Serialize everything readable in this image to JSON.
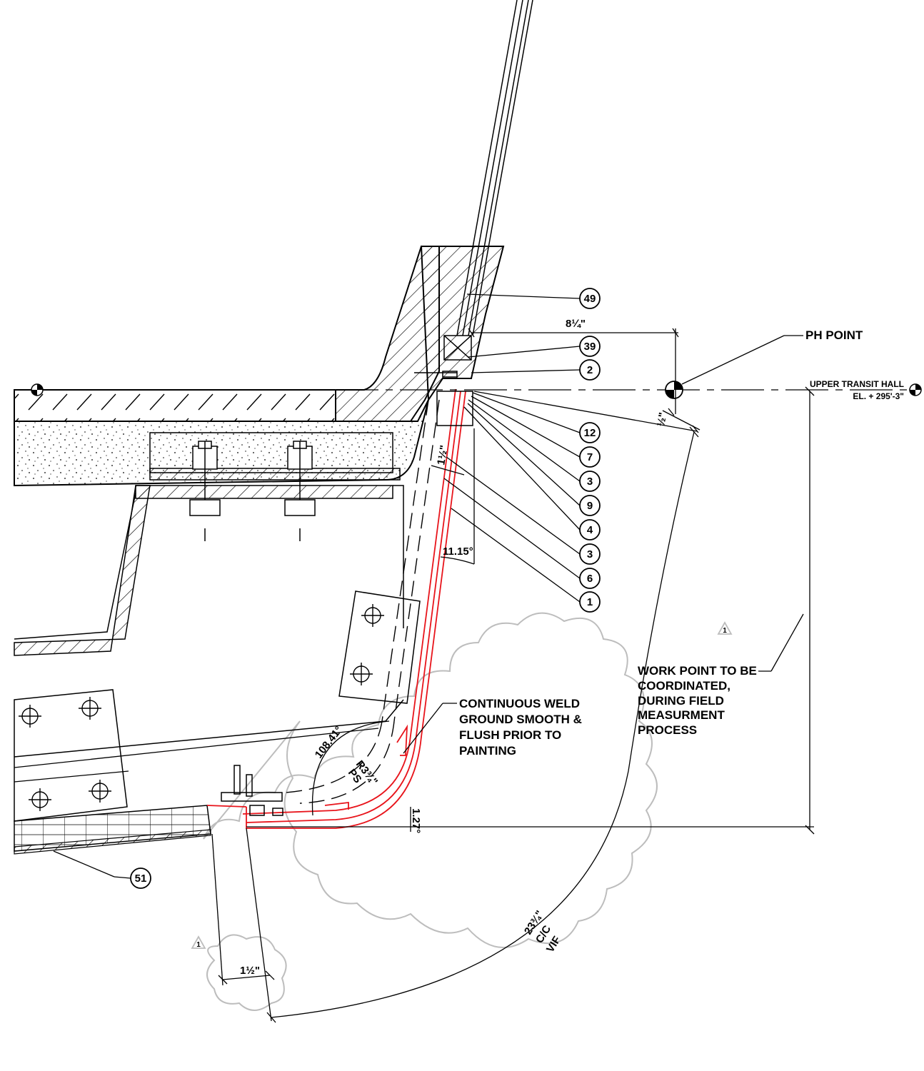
{
  "callouts": [
    "49",
    "39",
    "2",
    "12",
    "7",
    "3",
    "9",
    "4",
    "3",
    "6",
    "1",
    "51"
  ],
  "labels": {
    "ph_point": "PH POINT",
    "level_name": "UPPER TRANSIT HALL",
    "level_elevation": "EL. + 295'-3\""
  },
  "notes": {
    "weld": [
      "CONTINUOUS WELD",
      "GROUND SMOOTH &",
      "FLUSH PRIOR TO",
      "PAINTING"
    ],
    "work_point": [
      "WORK POINT TO BE",
      "COORDINATED,",
      "DURING FIELD",
      "MEASURMENT",
      "PROCESS"
    ]
  },
  "dimensions": {
    "top_offset": "8¼\"",
    "half_inch": "½\"",
    "one_half": "1½\"",
    "angle_1115": "11.15°",
    "angle_10841": "108.41°",
    "radius": "R3¾\"",
    "ps": "PS",
    "angle_127": "1.27°",
    "bottom_offset": "1½\"",
    "arc_length": "23¾\"",
    "cc": "C/C",
    "vif": "VIF"
  },
  "revision": "1",
  "colors": {
    "line": "#000000",
    "highlight": "#e8141b",
    "cloud": "#bdbdbd"
  }
}
